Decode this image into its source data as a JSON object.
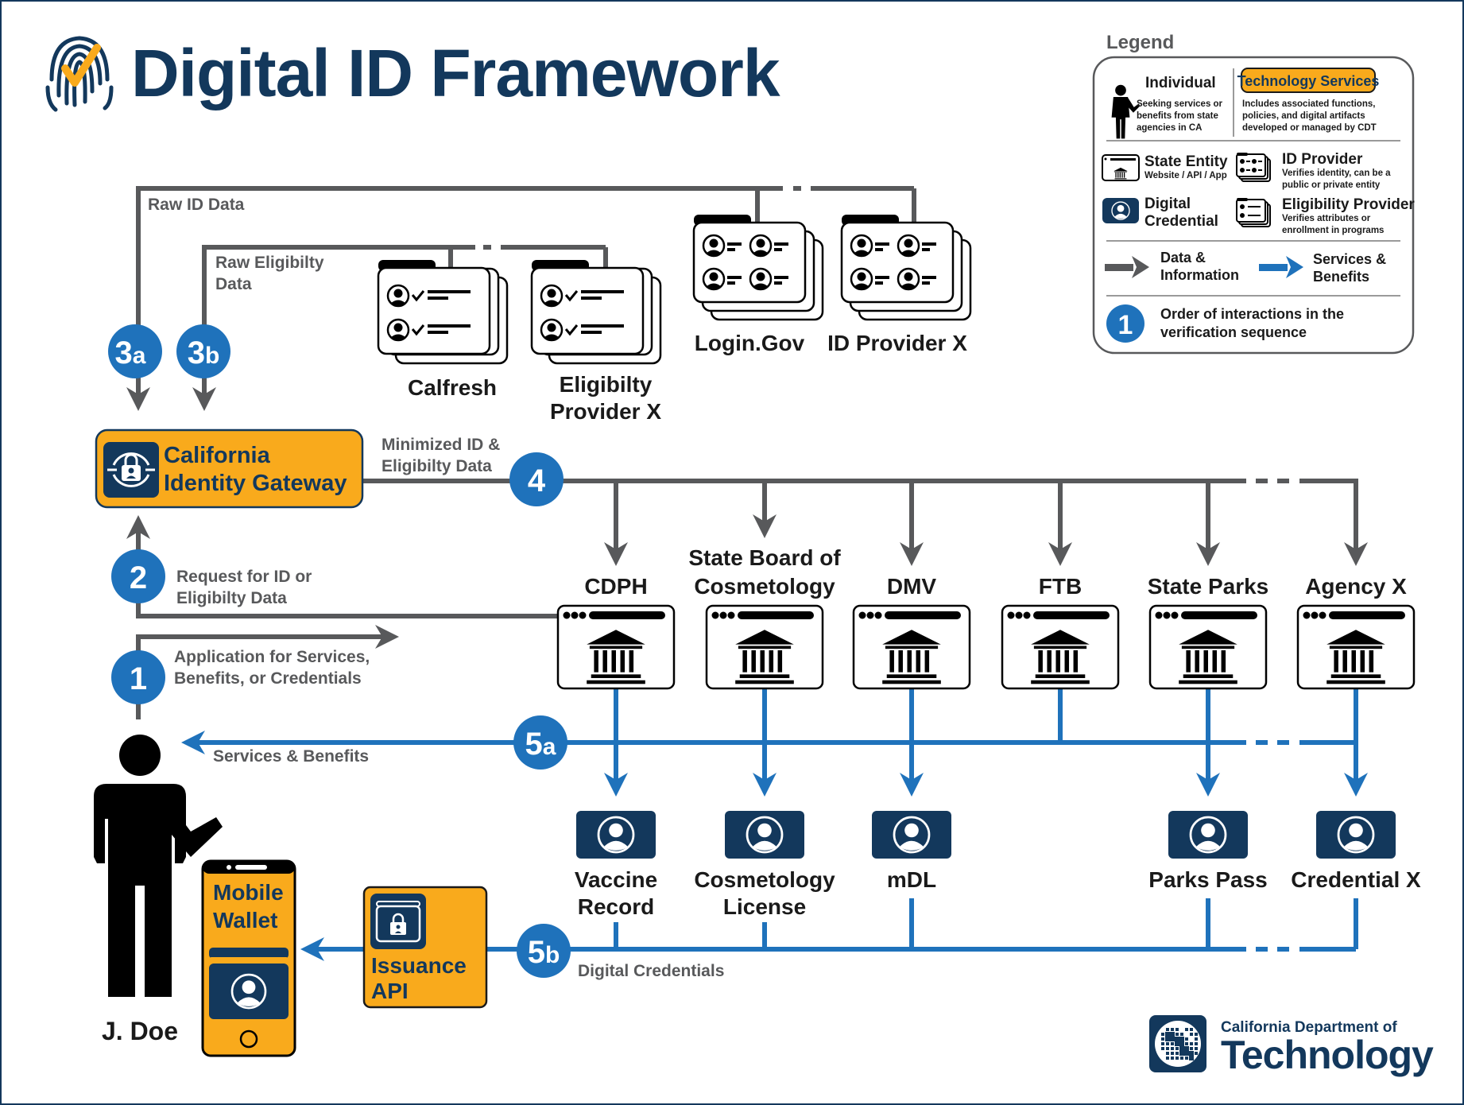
{
  "header": {
    "title": "Digital ID Framework",
    "logo_icon": "fingerprint-check-icon"
  },
  "colors": {
    "navy": "#13385c",
    "orange": "#f9aa1c",
    "blue": "#1f72bb",
    "gray": "#58595b",
    "black": "#000000"
  },
  "legend": {
    "heading": "Legend",
    "individual": {
      "title": "Individual",
      "desc": [
        "Seeking services or",
        "benefits from state",
        "agencies in CA"
      ]
    },
    "technology_services": {
      "title": "Technology Services",
      "desc": [
        "Includes associated functions,",
        "policies, and digital artifacts",
        "developed or managed by CDT"
      ]
    },
    "state_entity": {
      "title": "State Entity",
      "desc": "Website / API / App"
    },
    "id_provider": {
      "title": "ID Provider",
      "desc": [
        "Verifies identity, can be a",
        "public or private entity"
      ]
    },
    "digital_credential": {
      "title": [
        "Digital",
        "Credential"
      ]
    },
    "eligibility_provider": {
      "title": "Eligibility Provider",
      "desc": [
        "Verifies attributes or",
        "enrollment in programs"
      ]
    },
    "data_arrow": {
      "label": [
        "Data &",
        "Information"
      ]
    },
    "services_arrow": {
      "label": [
        "Services &",
        "Benefits"
      ]
    },
    "order": {
      "badge": "1",
      "label": [
        "Order of interactions in the",
        "verification sequence"
      ]
    }
  },
  "flows": {
    "raw_id_data": "Raw ID Data",
    "raw_eligibility_data": [
      "Raw Eligibilty",
      "Data"
    ],
    "minimized_data": [
      "Minimized ID &",
      "Eligibilty Data"
    ],
    "request": [
      "Request for ID or",
      "Eligibilty Data"
    ],
    "application": [
      "Application for Services,",
      "Benefits, or Credentials"
    ],
    "services_benefits": "Services & Benefits",
    "digital_credentials": "Digital Credentials"
  },
  "badges": {
    "b1": "1",
    "b2": "2",
    "b3a": {
      "num": "3",
      "sub": "a"
    },
    "b3b": {
      "num": "3",
      "sub": "b"
    },
    "b4": "4",
    "b5a": {
      "num": "5",
      "sub": "a"
    },
    "b5b": {
      "num": "5",
      "sub": "b"
    }
  },
  "eligibility_providers": [
    {
      "name": [
        "Calfresh"
      ]
    },
    {
      "name": [
        "Eligibilty",
        "Provider X"
      ]
    }
  ],
  "id_providers": [
    {
      "name": "Login.Gov"
    },
    {
      "name": "ID Provider X"
    }
  ],
  "gateway": {
    "title": [
      "California",
      "Identity Gateway"
    ]
  },
  "agencies": [
    {
      "name": [
        "CDPH"
      ]
    },
    {
      "name": [
        "State Board of",
        "Cosmetology"
      ]
    },
    {
      "name": [
        "DMV"
      ]
    },
    {
      "name": [
        "FTB"
      ]
    },
    {
      "name": [
        "State Parks"
      ]
    },
    {
      "name": [
        "Agency X"
      ]
    }
  ],
  "credentials": [
    {
      "name": [
        "Vaccine",
        "Record"
      ]
    },
    {
      "name": [
        "Cosmetology",
        "License"
      ]
    },
    {
      "name": [
        "mDL"
      ]
    },
    null,
    {
      "name": [
        "Parks Pass"
      ]
    },
    {
      "name": [
        "Credential X"
      ]
    }
  ],
  "person": {
    "name": "J. Doe"
  },
  "wallet": {
    "title": [
      "Mobile",
      "Wallet"
    ]
  },
  "issuance_api": {
    "title": [
      "Issuance",
      "API"
    ]
  },
  "footer": {
    "org_line1": "California Department of",
    "org_line2": "Technology"
  }
}
